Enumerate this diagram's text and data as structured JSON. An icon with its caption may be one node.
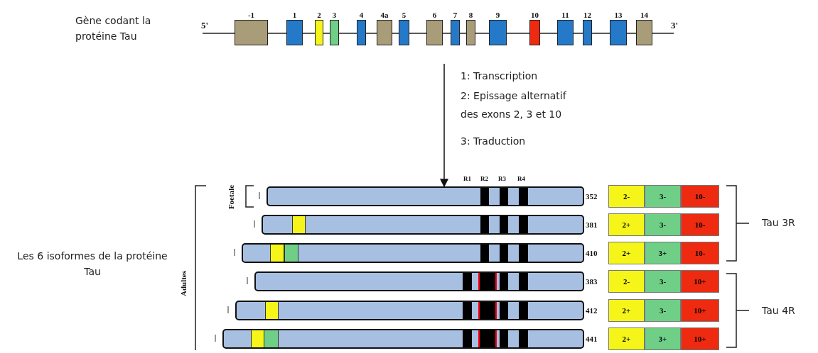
{
  "diagram": {
    "nodes": [
      {
        "text": [
          "-1"
        ]
      },
      {
        "text": [
          "1"
        ]
      },
      {
        "text": [
          "2"
        ]
      },
      {
        "text": [
          "3"
        ]
      },
      {
        "text": [
          "4"
        ]
      },
      {
        "text": [
          "4a"
        ]
      },
      {
        "text": [
          "5"
        ]
      },
      {
        "text": [
          "6"
        ]
      },
      {
        "text": [
          "7"
        ]
      },
      {
        "text": [
          "8"
        ]
      },
      {
        "text": [
          "9"
        ]
      },
      {
        "text": [
          "10"
        ]
      },
      {
        "text": [
          "11"
        ]
      },
      {
        "text": [
          "12"
        ]
      },
      {
        "text": [
          "13"
        ]
      },
      {
        "text": [
          "14"
        ]
      },
      {
        "text": [],
        "shape": "bar",
        "beside": [
          "352"
        ]
      },
      {
        "text": [],
        "shape": "bar",
        "beside": [
          "381"
        ]
      },
      {
        "text": [],
        "shape": "bar",
        "beside": [
          "410"
        ]
      },
      {
        "text": [],
        "shape": "bar",
        "beside": [
          "383"
        ]
      },
      {
        "text": [],
        "shape": "bar",
        "beside": [
          "412"
        ]
      },
      {
        "text": [],
        "shape": "bar",
        "beside": [
          "441"
        ]
      }
    ],
    "edges": [
      {
        "from": null,
        "to": 16,
        "arrow": "to"
      }
    ],
    "labels": [
      "Gène codant la protéine Tau",
      "5'",
      "3'",
      "1: Transcription",
      "2: Epissage alternatif des exons 2, 3 et 10",
      "3: Traduction",
      "R1",
      "R2",
      "R3",
      "R4",
      "Foetale",
      "Adultes",
      "Les 6 isoformes de la protéine Tau",
      "2-",
      "3-",
      "10-",
      "2+",
      "3-",
      "10-",
      "2+",
      "3+",
      "10-",
      "2-",
      "3-",
      "10+",
      "2+",
      "3-",
      "10+",
      "2+",
      "3+",
      "10+",
      "Tau 3R",
      "Tau 4R"
    ]
  }
}
